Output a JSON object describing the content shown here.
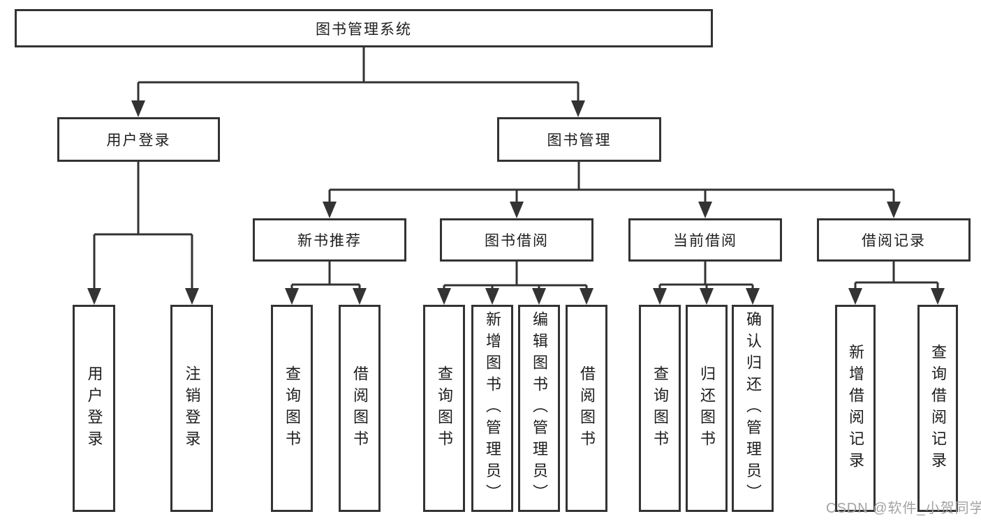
{
  "diagram": {
    "title": "图书管理系统",
    "colors": {
      "line": "#333333",
      "box_border": "#333333",
      "text": "#1d1d1d",
      "background": "#ffffff",
      "watermark": "#a3a3a3"
    },
    "hierarchy": {
      "label": "图书管理系统",
      "children": [
        {
          "label": "用户登录",
          "children": [
            {
              "label": "用户登录"
            },
            {
              "label": "注销登录"
            }
          ]
        },
        {
          "label": "图书管理",
          "children": [
            {
              "label": "新书推荐",
              "children": [
                {
                  "label": "查询图书"
                },
                {
                  "label": "借阅图书"
                }
              ]
            },
            {
              "label": "图书借阅",
              "children": [
                {
                  "label": "查询图书"
                },
                {
                  "label": "新增图书（管理员）"
                },
                {
                  "label": "编辑图书（管理员）"
                },
                {
                  "label": "借阅图书"
                }
              ]
            },
            {
              "label": "当前借阅",
              "children": [
                {
                  "label": "查询图书"
                },
                {
                  "label": "归还图书"
                },
                {
                  "label": "确认归还（管理员）"
                }
              ]
            },
            {
              "label": "借阅记录",
              "children": [
                {
                  "label": "新增借阅记录"
                },
                {
                  "label": "查询借阅记录"
                }
              ]
            }
          ]
        }
      ]
    }
  },
  "watermark": {
    "text": "CSDN @软件_小贺同学"
  }
}
